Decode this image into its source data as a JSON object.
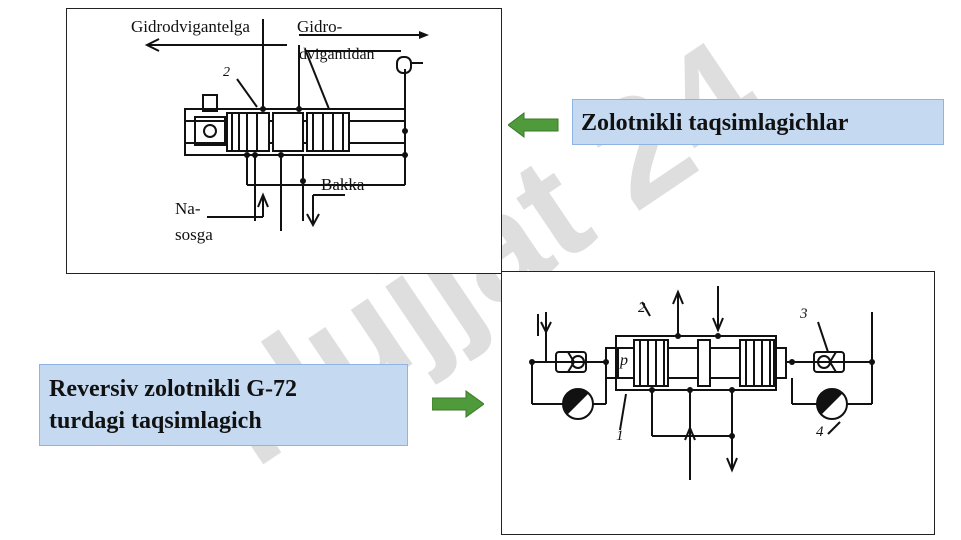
{
  "watermark": {
    "text": "Hujjat 24"
  },
  "diagram_top": {
    "labels": {
      "gidrodvigantelga": "Gidrodvigantelga",
      "gidro": "Gidro-",
      "dvigantldan": "dvigantldan",
      "num_2": "2",
      "bakka": "Bakka",
      "na": "Na-",
      "sosga": "sosga"
    }
  },
  "diagram_bottom": {
    "labels": {
      "num_2": "2",
      "num_3": "3",
      "num_1": "1",
      "num_4": "4",
      "p": "p"
    }
  },
  "callouts": {
    "top": "Zolotnikli taqsimlagichlar",
    "bottom_line1": "Reversiv zolotnikli G-72",
    "bottom_line2": "turdagi taqsimlagich"
  },
  "colors": {
    "callout_bg": "#c5d9f1",
    "arrow_green": "#4f9a3a",
    "watermark_gray": "#bfbfbf",
    "watermark_violet": "#c9a4f3"
  }
}
